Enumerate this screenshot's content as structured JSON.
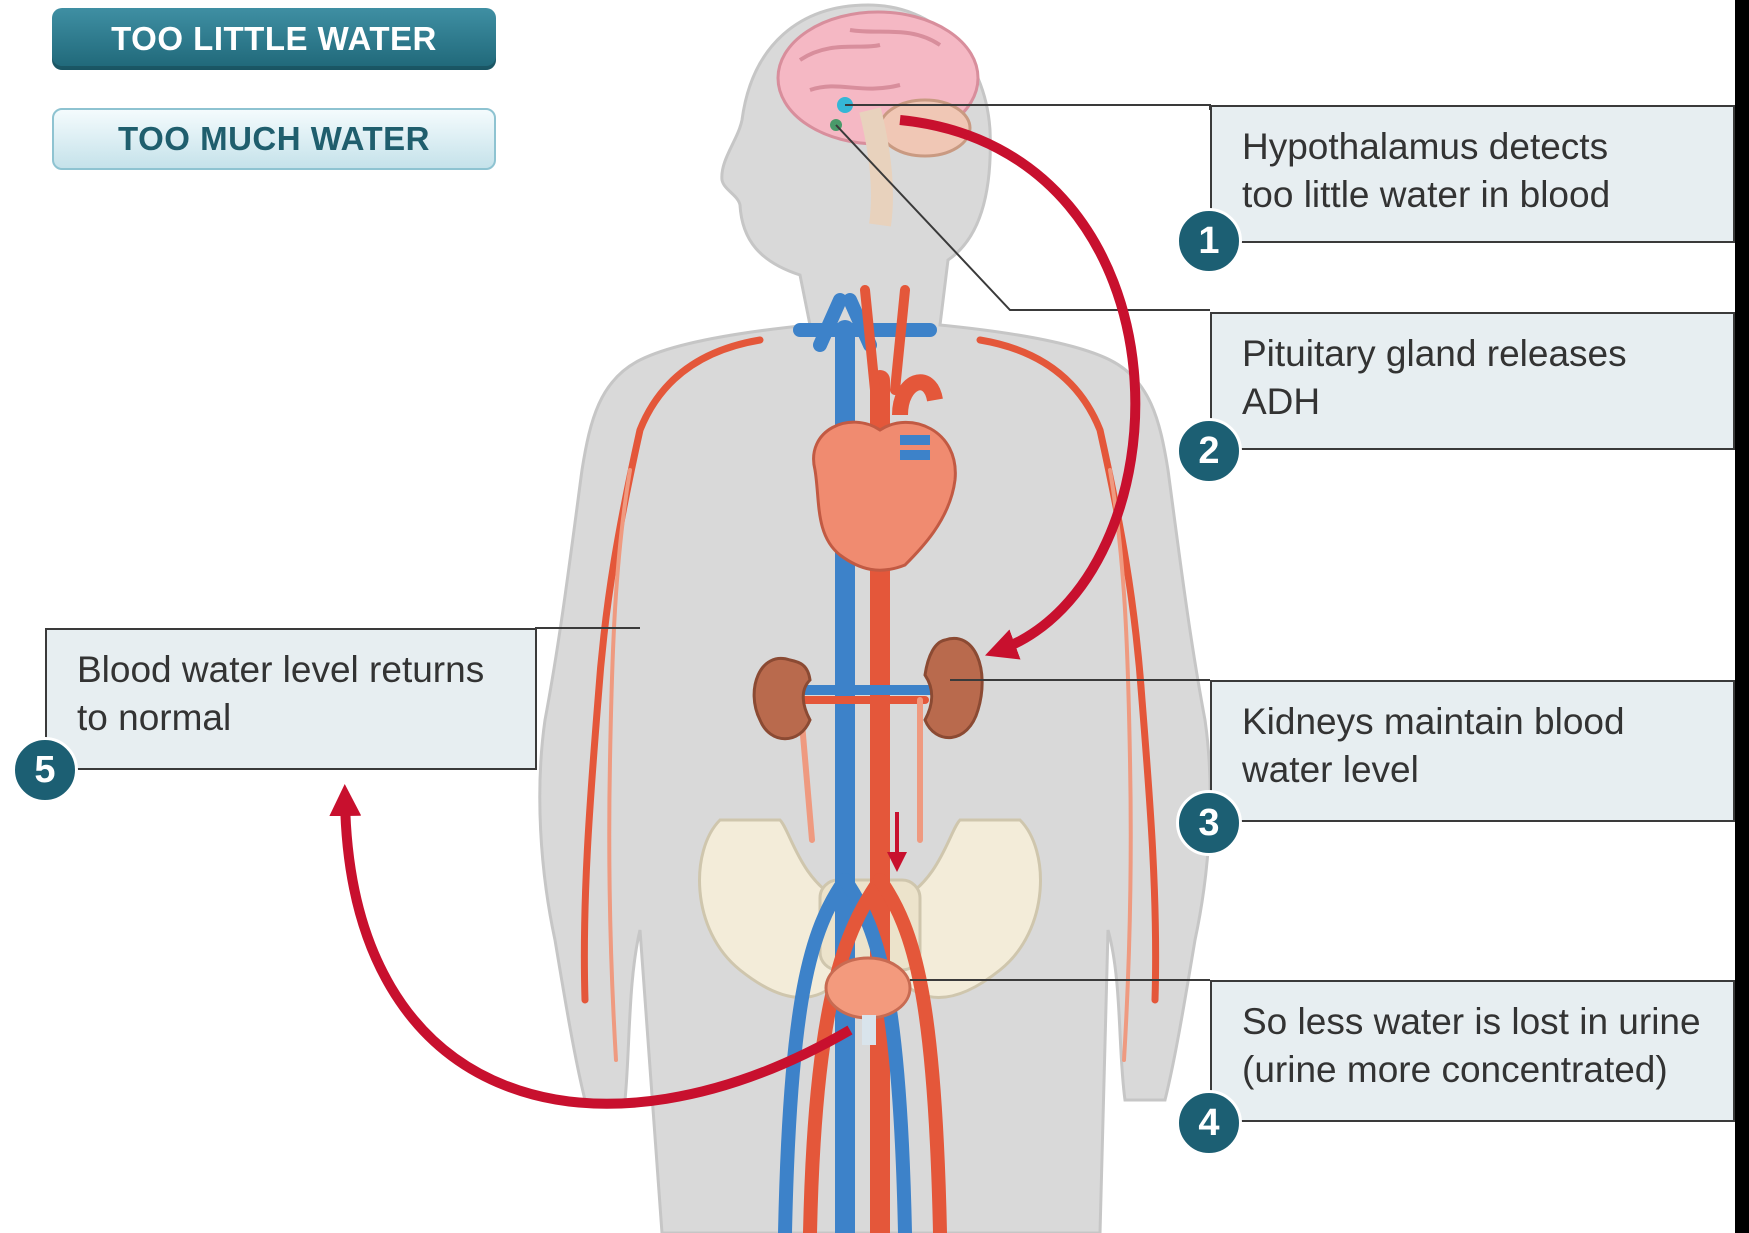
{
  "tabs": [
    {
      "label": "TOO LITTLE WATER",
      "active": true
    },
    {
      "label": "TOO MUCH WATER",
      "active": false
    }
  ],
  "steps": [
    {
      "number": "1",
      "line1": "Hypothalamus detects",
      "line2": "too little water in blood"
    },
    {
      "number": "2",
      "line1": "Pituitary gland releases",
      "line2": "ADH"
    },
    {
      "number": "3",
      "line1": "Kidneys maintain blood",
      "line2": "water level"
    },
    {
      "number": "4",
      "line1": "So less water is lost in urine",
      "line2": "(urine more concentrated)"
    },
    {
      "number": "5",
      "line1": "Blood water level returns",
      "line2": "to normal"
    }
  ],
  "colors": {
    "arrow": "#c8102e",
    "badge": "#1c5f73",
    "artery": "#e4573a",
    "vein": "#3d82c9",
    "body": "#d6d6d6",
    "callout_bg": "#e7eef1"
  }
}
